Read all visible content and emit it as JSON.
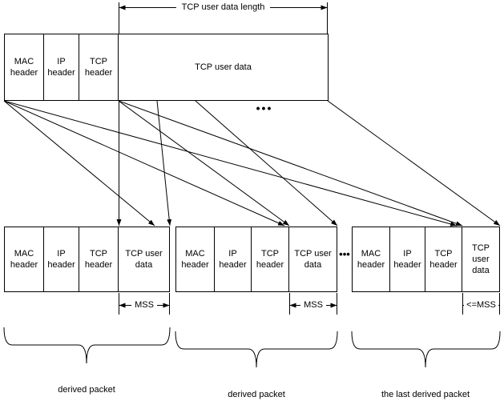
{
  "diagram": {
    "top_arrow_label": "TCP user data length",
    "ellipsis_top": "•••",
    "ellipsis_between_packets": "•••",
    "colors": {
      "line": "#000000",
      "background": "#ffffff"
    },
    "original_packet": {
      "cells": [
        "MAC header",
        "IP header",
        "TCP header",
        "TCP user data"
      ]
    },
    "derived_packets": [
      {
        "cells": [
          "MAC header",
          "IP header",
          "TCP header",
          "TCP user data"
        ],
        "size_label": "MSS",
        "caption": "derived packet"
      },
      {
        "cells": [
          "MAC header",
          "IP header",
          "TCP header",
          "TCP user data"
        ],
        "size_label": "MSS",
        "caption": "derived packet"
      },
      {
        "cells": [
          "MAC header",
          "IP header",
          "TCP header",
          "TCP user data"
        ],
        "size_label": "<=MSS",
        "caption": "the last derived packet"
      }
    ]
  }
}
